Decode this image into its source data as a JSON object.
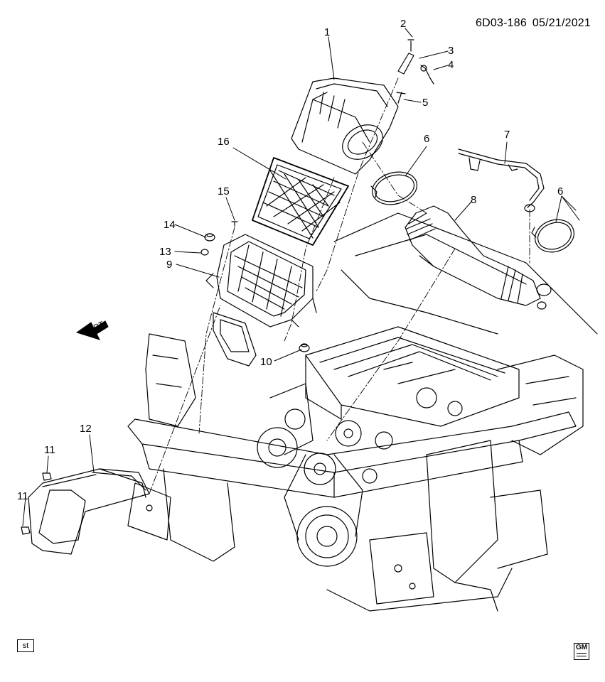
{
  "header": {
    "code": "6D03-186",
    "date": "05/21/2021"
  },
  "direction_label": "FRT",
  "corner_label": "st",
  "logo_text": "GM",
  "callouts": [
    "1",
    "2",
    "3",
    "4",
    "5",
    "6",
    "6",
    "7",
    "8",
    "9",
    "10",
    "11",
    "11",
    "12",
    "13",
    "14",
    "15",
    "16"
  ],
  "icons": {
    "logo": "gm-logo-icon",
    "arrow": "front-arrow-icon"
  }
}
